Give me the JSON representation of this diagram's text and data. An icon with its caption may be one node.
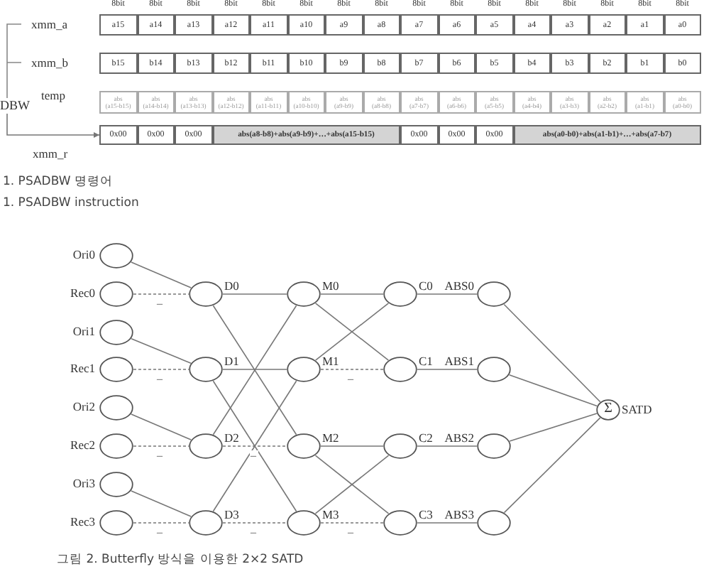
{
  "diagram": {
    "caption": "그림 2. Butterfly 방식을 이용한 2×2 SATD",
    "nodes": [
      {
        "text": [
          "DBW"
        ]
      },
      {
        "text": [
          "a15"
        ]
      },
      {
        "text": [
          "a14"
        ]
      },
      {
        "text": [
          "a13"
        ]
      },
      {
        "text": [
          "a12"
        ]
      },
      {
        "text": [
          "a11"
        ]
      },
      {
        "text": [
          "a10"
        ]
      },
      {
        "text": [
          "a9"
        ]
      },
      {
        "text": [
          "a8"
        ]
      },
      {
        "text": [
          "a7"
        ]
      },
      {
        "text": [
          "a6"
        ]
      },
      {
        "text": [
          "a5"
        ]
      },
      {
        "text": [
          "a4"
        ]
      },
      {
        "text": [
          "a3"
        ]
      },
      {
        "text": [
          "a2"
        ]
      },
      {
        "text": [
          "a1"
        ]
      },
      {
        "text": [
          "a0"
        ]
      },
      {
        "text": [
          "b15"
        ]
      },
      {
        "text": [
          "b14"
        ]
      },
      {
        "text": [
          "b13"
        ]
      },
      {
        "text": [
          "b12"
        ]
      },
      {
        "text": [
          "b11"
        ]
      },
      {
        "text": [
          "b10"
        ]
      },
      {
        "text": [
          "b9"
        ]
      },
      {
        "text": [
          "b8"
        ]
      },
      {
        "text": [
          "b7"
        ]
      },
      {
        "text": [
          "b6"
        ]
      },
      {
        "text": [
          "b5"
        ]
      },
      {
        "text": [
          "b4"
        ]
      },
      {
        "text": [
          "b3"
        ]
      },
      {
        "text": [
          "b2"
        ]
      },
      {
        "text": [
          "b1"
        ]
      },
      {
        "text": [
          "b0"
        ]
      },
      {
        "text": [
          "abs (a15-b15)"
        ]
      },
      {
        "text": [
          "abs (a14-b14)"
        ]
      },
      {
        "text": [
          "abs (a13-b13)"
        ]
      },
      {
        "text": [
          "abs (a12-b12)"
        ]
      },
      {
        "text": [
          "abs (a11-b11)"
        ]
      },
      {
        "text": [
          "abs (a10-b10)"
        ]
      },
      {
        "text": [
          "abs (a9-b9)"
        ]
      },
      {
        "text": [
          "abs (a8-b8)"
        ]
      },
      {
        "text": [
          "abs (a7-b7)"
        ]
      },
      {
        "text": [
          "abs (a6-b6)"
        ]
      },
      {
        "text": [
          "abs (a5-b5)"
        ]
      },
      {
        "text": [
          "abs (a4-b4)"
        ]
      },
      {
        "text": [
          "abs (a3-b3)"
        ]
      },
      {
        "text": [
          "abs (a2-b2)"
        ]
      },
      {
        "text": [
          "abs (a1-b1)"
        ]
      },
      {
        "text": [
          "abs (a0-b0)"
        ]
      },
      {
        "text": [
          "0x00"
        ]
      },
      {
        "text": [
          "0x00"
        ]
      },
      {
        "text": [
          "0x00"
        ]
      },
      {
        "text": [
          "abs(a8-b8)+abs(a9-b9)+…+abs(a15-b15)"
        ]
      },
      {
        "text": [
          "0x00"
        ]
      },
      {
        "text": [
          "0x00"
        ]
      },
      {
        "text": [
          "0x00"
        ]
      },
      {
        "text": [
          "abs(a0-b0)+abs(a1-b1)+…+abs(a7-b7)"
        ]
      },
      {
        "text": [],
        "shape": "circle",
        "beside": [
          "Ori0"
        ]
      },
      {
        "text": [],
        "shape": "circle",
        "beside": [
          "Rec0"
        ]
      },
      {
        "text": [],
        "shape": "circle",
        "beside": [
          "Ori1"
        ]
      },
      {
        "text": [],
        "shape": "circle",
        "beside": [
          "Rec1"
        ]
      },
      {
        "text": [],
        "shape": "circle",
        "beside": [
          "Ori2"
        ]
      },
      {
        "text": [],
        "shape": "circle",
        "beside": [
          "Rec2"
        ]
      },
      {
        "text": [],
        "shape": "circle",
        "beside": [
          "Ori3"
        ]
      },
      {
        "text": [],
        "shape": "circle",
        "beside": [
          "Rec3"
        ]
      },
      {
        "text": [],
        "shape": "circle",
        "beside": [
          "D0"
        ]
      },
      {
        "text": [],
        "shape": "circle",
        "beside": [
          "D1"
        ]
      },
      {
        "text": [],
        "shape": "circle",
        "beside": [
          "D2"
        ]
      },
      {
        "text": [],
        "shape": "circle",
        "beside": [
          "D3"
        ]
      },
      {
        "text": [],
        "shape": "circle",
        "beside": [
          "M0"
        ]
      },
      {
        "text": [],
        "shape": "circle",
        "beside": [
          "M1"
        ]
      },
      {
        "text": [],
        "shape": "circle",
        "beside": [
          "M2"
        ]
      },
      {
        "text": [],
        "shape": "circle",
        "beside": [
          "M3"
        ]
      },
      {
        "text": [],
        "shape": "circle",
        "beside": [
          "C0"
        ]
      },
      {
        "text": [],
        "shape": "circle",
        "beside": [
          "C1"
        ]
      },
      {
        "text": [],
        "shape": "circle",
        "beside": [
          "C2"
        ]
      },
      {
        "text": [],
        "shape": "circle",
        "beside": [
          "C3"
        ]
      },
      {
        "text": [],
        "shape": "circle",
        "beside": [
          "ABS0"
        ]
      },
      {
        "text": [],
        "shape": "circle",
        "beside": [
          "ABS1"
        ]
      },
      {
        "text": [],
        "shape": "circle",
        "beside": [
          "ABS2"
        ]
      },
      {
        "text": [],
        "shape": "circle",
        "beside": [
          "ABS3"
        ]
      },
      {
        "text": [
          "Σ"
        ],
        "beside": [
          "SATD"
        ]
      }
    ],
    "edges": [
      {
        "from": 0,
        "to": 49,
        "arrow": "to"
      },
      {
        "from": 57,
        "to": 65,
        "arrow": "none"
      },
      {
        "from": 58,
        "to": 65,
        "arrow": "none",
        "style": "dashed",
        "label": "–"
      },
      {
        "from": 59,
        "to": 66,
        "arrow": "none"
      },
      {
        "from": 60,
        "to": 66,
        "arrow": "none",
        "style": "dashed",
        "label": "–"
      },
      {
        "from": 61,
        "to": 67,
        "arrow": "none"
      },
      {
        "from": 62,
        "to": 67,
        "arrow": "none",
        "style": "dashed",
        "label": "–"
      },
      {
        "from": 63,
        "to": 68,
        "arrow": "none"
      },
      {
        "from": 64,
        "to": 68,
        "arrow": "none",
        "style": "dashed",
        "label": "–"
      },
      {
        "from": 65,
        "to": 69,
        "arrow": "none"
      },
      {
        "from": 65,
        "to": 71,
        "arrow": "none"
      },
      {
        "from": 66,
        "to": 70,
        "arrow": "none"
      },
      {
        "from": 66,
        "to": 72,
        "arrow": "none"
      },
      {
        "from": 67,
        "to": 69,
        "arrow": "none"
      },
      {
        "from": 67,
        "to": 71,
        "arrow": "none",
        "style": "dashed",
        "label": "–"
      },
      {
        "from": 68,
        "to": 70,
        "arrow": "none"
      },
      {
        "from": 68,
        "to": 72,
        "arrow": "none",
        "style": "dashed",
        "label": "–"
      },
      {
        "from": 69,
        "to": 73,
        "arrow": "none"
      },
      {
        "from": 69,
        "to": 74,
        "arrow": "none"
      },
      {
        "from": 70,
        "to": 73,
        "arrow": "none"
      },
      {
        "from": 70,
        "to": 74,
        "arrow": "none",
        "style": "dashed",
        "label": "–"
      },
      {
        "from": 71,
        "to": 75,
        "arrow": "none"
      },
      {
        "from": 71,
        "to": 76,
        "arrow": "none"
      },
      {
        "from": 72,
        "to": 75,
        "arrow": "none"
      },
      {
        "from": 72,
        "to": 76,
        "arrow": "none",
        "style": "dashed",
        "label": "–"
      },
      {
        "from": 73,
        "to": 77,
        "arrow": "none"
      },
      {
        "from": 74,
        "to": 78,
        "arrow": "none"
      },
      {
        "from": 75,
        "to": 79,
        "arrow": "none"
      },
      {
        "from": 76,
        "to": 80,
        "arrow": "none"
      },
      {
        "from": 77,
        "to": 81,
        "arrow": "none"
      },
      {
        "from": 78,
        "to": 81,
        "arrow": "none"
      },
      {
        "from": 79,
        "to": 81,
        "arrow": "none"
      },
      {
        "from": 80,
        "to": 81,
        "arrow": "none"
      }
    ],
    "labels": [
      "8bit",
      "8bit",
      "8bit",
      "8bit",
      "8bit",
      "8bit",
      "8bit",
      "8bit",
      "8bit",
      "8bit",
      "8bit",
      "8bit",
      "8bit",
      "8bit",
      "8bit",
      "8bit",
      "xmm_a",
      "xmm_b",
      "temp",
      "xmm_r",
      "1. PSADBW 명령어",
      "1. PSADBW instruction"
    ]
  }
}
